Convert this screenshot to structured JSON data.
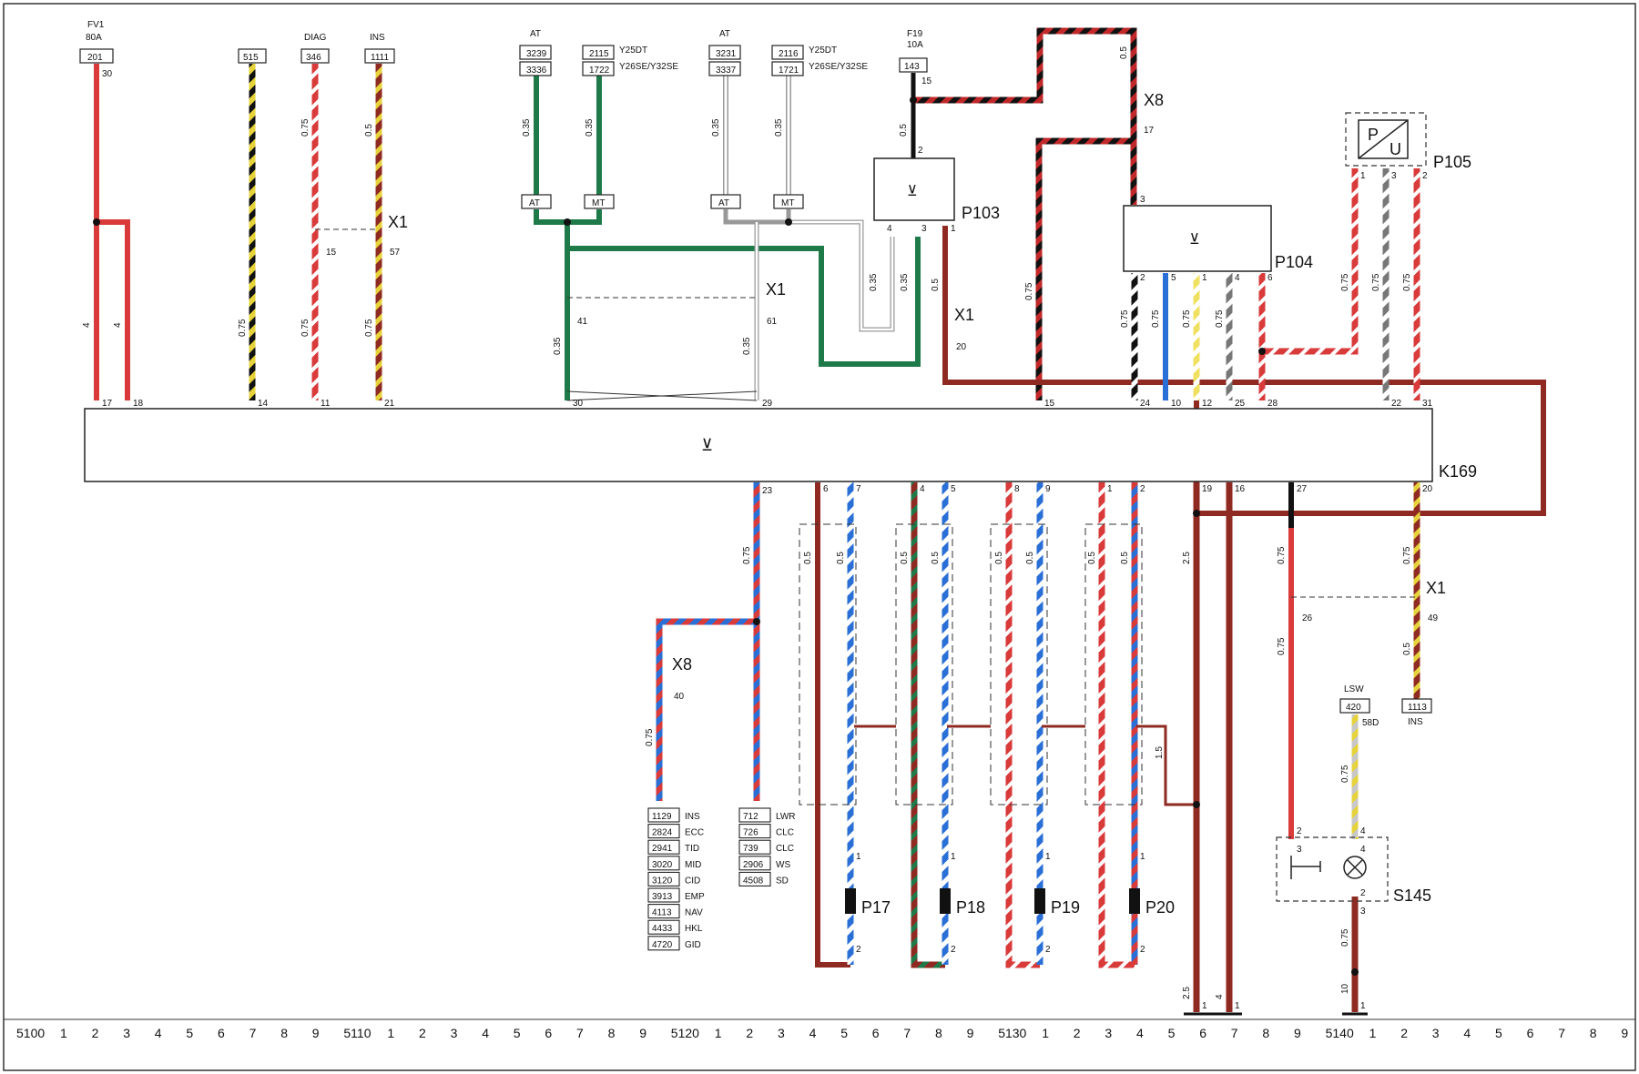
{
  "top_labels": [
    {
      "text": "FV1",
      "col": "fv1"
    },
    {
      "text": "80A",
      "col": "fv1b"
    },
    {
      "text": "DIAG",
      "col": "diag"
    },
    {
      "text": "INS",
      "col": "ins"
    },
    {
      "text": "AT",
      "col": "at1"
    },
    {
      "text": "AT",
      "col": "at2"
    },
    {
      "text": "F19",
      "col": "f19"
    },
    {
      "text": "10A",
      "col": "f19b"
    }
  ],
  "terminal_boxes": [
    {
      "id": "t201",
      "text": "201"
    },
    {
      "id": "t515",
      "text": "515"
    },
    {
      "id": "t346",
      "text": "346"
    },
    {
      "id": "t1111",
      "text": "1111"
    },
    {
      "id": "t3239",
      "text": "3239"
    },
    {
      "id": "t3336",
      "text": "3336"
    },
    {
      "id": "t2115",
      "text": "2115"
    },
    {
      "id": "t1722",
      "text": "1722"
    },
    {
      "id": "t3231",
      "text": "3231"
    },
    {
      "id": "t3337",
      "text": "3337"
    },
    {
      "id": "t2116",
      "text": "2116"
    },
    {
      "id": "t1721",
      "text": "1721"
    },
    {
      "id": "t143",
      "text": "143"
    },
    {
      "id": "t1113",
      "text": "1113"
    },
    {
      "id": "t420",
      "text": "420"
    }
  ],
  "engine_labels": {
    "y25dt_a": "Y25DT",
    "y26_a": "Y26SE/Y32SE",
    "y25dt_b": "Y25DT",
    "y26_b": "Y26SE/Y32SE"
  },
  "selector_boxes": {
    "at_a": "AT",
    "mt_a": "MT",
    "at_b": "AT",
    "mt_b": "MT"
  },
  "components": {
    "p103": "P103",
    "p104": "P104",
    "p105": "P105",
    "p105_symbol_top": "P",
    "p105_symbol_bottom": "U",
    "k169": "K169",
    "p17": "P17",
    "p18": "P18",
    "p19": "P19",
    "p20": "P20",
    "s145": "S145"
  },
  "connectors": {
    "x1_a": "X1",
    "x1_b": "X1",
    "x1_c": "X1",
    "x1_d": "X1",
    "x8_a": "X8",
    "x8_b": "X8"
  },
  "bottom_labels": {
    "ins_1113": "INS",
    "lsw": "LSW",
    "t58d": "58D"
  },
  "wire_sizes": {
    "fv1_a": "4",
    "fv1_b": "4",
    "w515": "0.75",
    "w346_top": "0.75",
    "w346_bot": "0.75",
    "w1111_top": "0.5",
    "w1111_bot": "0.75",
    "at_a": "0.35",
    "mt_a": "0.35",
    "at_b": "0.35",
    "mt_b": "0.35",
    "x1_41": "0.35",
    "x1_61": "0.35",
    "p103_a": "0.35",
    "p103_b": "0.35",
    "p103_top": "0.5",
    "p103_out": "0.5",
    "x8_top": "0.5",
    "w15": "0.75",
    "p104_24": "0.75",
    "p104_10": "0.75",
    "p104_12": "0.75",
    "p104_25": "0.75",
    "p105_1": "0.75",
    "p105_3": "0.75",
    "p105_2": "0.75",
    "w23": "0.75",
    "w40": "0.75",
    "p17_a": "0.5",
    "p17_b": "0.5",
    "p18_a": "0.5",
    "p18_b": "0.5",
    "p19_a": "0.5",
    "p19_b": "0.5",
    "p20_a": "0.5",
    "p20_b": "0.5",
    "w19": "2.5",
    "w15b": "1.5",
    "w27_a": "0.75",
    "w27_b": "0.75",
    "w20_a": "0.75",
    "w20_b": "0.5",
    "lsw": "0.75",
    "s145_out": "0.75",
    "s145_gnd": "10",
    "gnd7": "2.5",
    "gnd8": "4"
  },
  "pin_numbers": {
    "k169_17": "17",
    "k169_18": "18",
    "k169_14": "14",
    "k169_11": "11",
    "k169_21": "21",
    "k169_30": "30",
    "k169_29": "29",
    "k169_15": "15",
    "k169_24": "24",
    "k169_10": "10",
    "k169_12": "12",
    "k169_25": "25",
    "k169_28": "28",
    "k169_22": "22",
    "k169_31": "31",
    "k169_23": "23",
    "k169_6": "6",
    "k169_7": "7",
    "k169_4": "4",
    "k169_5": "5",
    "k169_8": "8",
    "k169_9": "9",
    "k169_1": "1",
    "k169_2": "2",
    "k169_19": "19",
    "k169_16": "16",
    "k169_27": "27",
    "k169_20": "20",
    "fv1_30": "30",
    "x1_15": "15",
    "x1_57": "57",
    "x1_41": "41",
    "x1_61": "61",
    "f19_15": "15",
    "p103_2": "2",
    "p103_4": "4",
    "p103_3": "3",
    "p103_1": "1",
    "x1_20": "20",
    "x8_17": "17",
    "p104_3": "3",
    "p104_2": "2",
    "p104_5": "5",
    "p104_1": "1",
    "p104_4": "4",
    "p104_6": "6",
    "p105_1": "1",
    "p105_3": "3",
    "p105_2": "2",
    "x8_40": "40",
    "x1_26": "26",
    "x1_49": "49",
    "p17_1": "1",
    "p17_2": "2",
    "p18_1": "1",
    "p18_2": "2",
    "p19_1": "1",
    "p19_2": "2",
    "p20_1": "1",
    "p20_2": "2",
    "s145_2": "2",
    "s145_3": "3",
    "s145_4": "4",
    "s145_4b": "4",
    "s145_2b": "2",
    "s145_3b": "3",
    "s145_1": "1",
    "g7_1": "1",
    "g8_1": "1"
  },
  "codes_left": [
    {
      "code": "1129",
      "label": "INS"
    },
    {
      "code": "2824",
      "label": "ECC"
    },
    {
      "code": "2941",
      "label": "TID"
    },
    {
      "code": "3020",
      "label": "MID"
    },
    {
      "code": "3120",
      "label": "CID"
    },
    {
      "code": "3913",
      "label": "EMP"
    },
    {
      "code": "4113",
      "label": "NAV"
    },
    {
      "code": "4433",
      "label": "HKL"
    },
    {
      "code": "4720",
      "label": "GID"
    }
  ],
  "codes_right": [
    {
      "code": "712",
      "label": "LWR"
    },
    {
      "code": "726",
      "label": "CLC"
    },
    {
      "code": "739",
      "label": "CLC"
    },
    {
      "code": "2906",
      "label": "WS"
    },
    {
      "code": "4508",
      "label": "SD"
    }
  ],
  "ruler": [
    "5100",
    "1",
    "2",
    "3",
    "4",
    "5",
    "6",
    "7",
    "8",
    "9",
    "5110",
    "1",
    "2",
    "3",
    "4",
    "5",
    "6",
    "7",
    "8",
    "9",
    "5120",
    "1",
    "2",
    "3",
    "4",
    "5",
    "6",
    "7",
    "8",
    "9",
    "5130",
    "1",
    "2",
    "3",
    "4",
    "5",
    "6",
    "7",
    "8",
    "9",
    "5140",
    "1",
    "2",
    "3",
    "4",
    "5",
    "6",
    "7",
    "8",
    "9"
  ],
  "colors": {
    "red": "#d93a3a",
    "brown": "#8f2a22",
    "green": "#1f7a4a",
    "blue": "#2a6fd6",
    "yellow": "#e6d23a",
    "black": "#111111",
    "white": "#ffffff",
    "grey": "#9a9a9a",
    "frame": "#333333"
  }
}
